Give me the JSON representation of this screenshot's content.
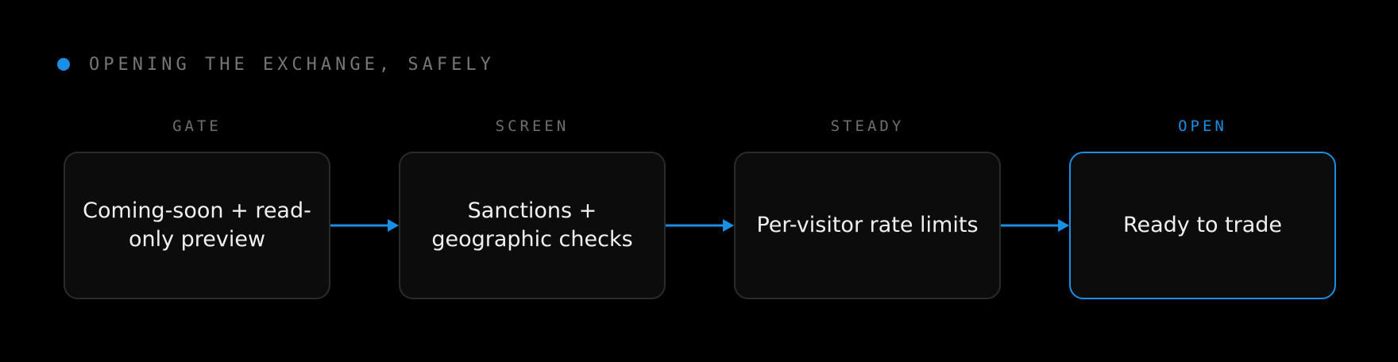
{
  "heading": {
    "text": "OPENING THE EXCHANGE, SAFELY",
    "dot_color": "#1a8fe6"
  },
  "steps": [
    {
      "label": "GATE",
      "text": "Coming-soon + read-only preview",
      "highlighted": false
    },
    {
      "label": "SCREEN",
      "text": "Sanctions + geographic checks",
      "highlighted": false
    },
    {
      "label": "STEADY",
      "text": "Per-visitor rate limits",
      "highlighted": false
    },
    {
      "label": "OPEN",
      "text": "Ready to trade",
      "highlighted": true
    }
  ],
  "colors": {
    "accent": "#1a8fe6",
    "background": "#000000",
    "box_fill": "#0c0c0c",
    "box_border": "#2b2b2b",
    "label_gray": "#6f6f6f",
    "text": "#f0f0f0"
  }
}
